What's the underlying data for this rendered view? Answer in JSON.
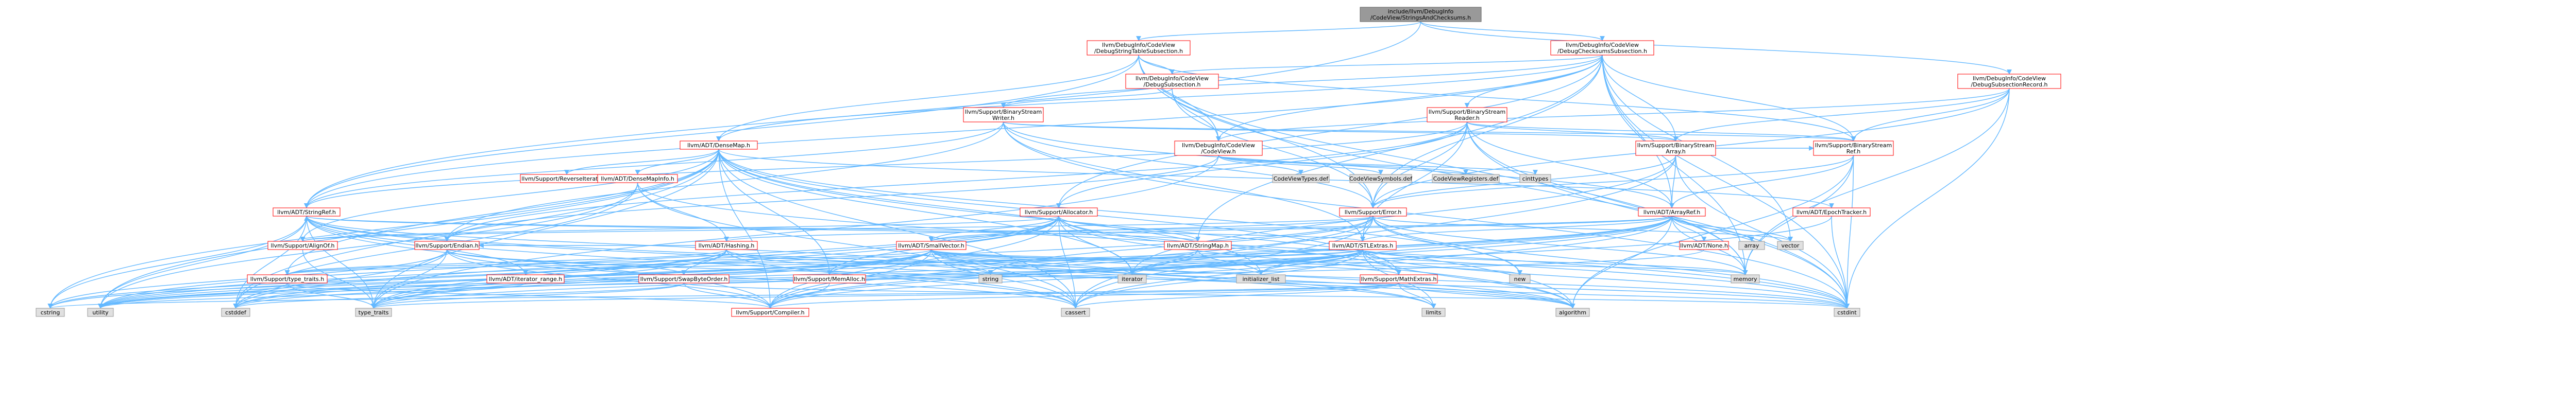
{
  "colors": {
    "edge": "#63b8ff",
    "root_fill": "#999999",
    "leaf_fill": "#e0e0e0",
    "node_border": "#ff0000",
    "leaf_border": "#999999"
  },
  "nodes": [
    {
      "id": "root",
      "kind": "root",
      "lines": [
        "include/llvm/DebugInfo",
        "/CodeView/StringsAndChecksums.h"
      ]
    },
    {
      "id": "dss",
      "kind": "normal",
      "lines": [
        "llvm/DebugInfo/CodeView",
        "/DebugStringTableSubsection.h"
      ]
    },
    {
      "id": "dcs",
      "kind": "normal",
      "lines": [
        "llvm/DebugInfo/CodeView",
        "/DebugChecksumsSubsection.h"
      ]
    },
    {
      "id": "dsub",
      "kind": "normal",
      "lines": [
        "llvm/DebugInfo/CodeView",
        "/DebugSubsection.h"
      ]
    },
    {
      "id": "dssr",
      "kind": "normal",
      "lines": [
        "llvm/DebugInfo/CodeView",
        "/DebugSubsectionRecord.h"
      ]
    },
    {
      "id": "bsw",
      "kind": "normal",
      "lines": [
        "llvm/Support/BinaryStream",
        "Writer.h"
      ]
    },
    {
      "id": "bsr",
      "kind": "normal",
      "lines": [
        "llvm/Support/BinaryStream",
        "Reader.h"
      ]
    },
    {
      "id": "cv",
      "kind": "normal",
      "lines": [
        "llvm/DebugInfo/CodeView",
        "/CodeView.h"
      ]
    },
    {
      "id": "dmap",
      "kind": "normal",
      "lines": [
        "llvm/ADT/DenseMap.h"
      ]
    },
    {
      "id": "bsa",
      "kind": "normal",
      "lines": [
        "llvm/Support/BinaryStream",
        "Array.h"
      ]
    },
    {
      "id": "bsref",
      "kind": "normal",
      "lines": [
        "llvm/Support/BinaryStream",
        "Ref.h"
      ]
    },
    {
      "id": "revit",
      "kind": "normal",
      "lines": [
        "llvm/Support/ReverseIteration.h"
      ]
    },
    {
      "id": "dmi",
      "kind": "normal",
      "lines": [
        "llvm/ADT/DenseMapInfo.h"
      ]
    },
    {
      "id": "cvtypes",
      "kind": "leaf",
      "lines": [
        "CodeViewTypes.def"
      ]
    },
    {
      "id": "cvsym",
      "kind": "leaf",
      "lines": [
        "CodeViewSymbols.def"
      ]
    },
    {
      "id": "cvreg",
      "kind": "leaf",
      "lines": [
        "CodeViewRegisters.def"
      ]
    },
    {
      "id": "cinttypes",
      "kind": "leaf",
      "lines": [
        "cinttypes"
      ]
    },
    {
      "id": "error",
      "kind": "normal",
      "lines": [
        "llvm/Support/Error.h"
      ]
    },
    {
      "id": "aref",
      "kind": "normal",
      "lines": [
        "llvm/ADT/ArrayRef.h"
      ]
    },
    {
      "id": "epoch",
      "kind": "normal",
      "lines": [
        "llvm/ADT/EpochTracker.h"
      ]
    },
    {
      "id": "sref",
      "kind": "normal",
      "lines": [
        "llvm/ADT/StringRef.h"
      ]
    },
    {
      "id": "alloc",
      "kind": "normal",
      "lines": [
        "llvm/Support/Allocator.h"
      ]
    },
    {
      "id": "smap",
      "kind": "normal",
      "lines": [
        "llvm/ADT/StringMap.h"
      ]
    },
    {
      "id": "stlext",
      "kind": "normal",
      "lines": [
        "llvm/ADT/STLExtras.h"
      ]
    },
    {
      "id": "svec",
      "kind": "normal",
      "lines": [
        "llvm/ADT/SmallVector.h"
      ]
    },
    {
      "id": "hashing",
      "kind": "normal",
      "lines": [
        "llvm/ADT/Hashing.h"
      ]
    },
    {
      "id": "alignof",
      "kind": "normal",
      "lines": [
        "llvm/Support/AlignOf.h"
      ]
    },
    {
      "id": "endian",
      "kind": "normal",
      "lines": [
        "llvm/Support/Endian.h"
      ]
    },
    {
      "id": "none",
      "kind": "normal",
      "lines": [
        "llvm/ADT/None.h"
      ]
    },
    {
      "id": "array",
      "kind": "leaf",
      "lines": [
        "array"
      ]
    },
    {
      "id": "vector",
      "kind": "leaf",
      "lines": [
        "vector"
      ]
    },
    {
      "id": "memory",
      "kind": "leaf",
      "lines": [
        "memory"
      ]
    },
    {
      "id": "typetraits",
      "kind": "normal",
      "lines": [
        "llvm/Support/type_traits.h"
      ]
    },
    {
      "id": "itrange",
      "kind": "normal",
      "lines": [
        "llvm/ADT/iterator_range.h"
      ]
    },
    {
      "id": "swapbyte",
      "kind": "normal",
      "lines": [
        "llvm/Support/SwapByteOrder.h"
      ]
    },
    {
      "id": "memalloc",
      "kind": "normal",
      "lines": [
        "llvm/Support/MemAlloc.h"
      ]
    },
    {
      "id": "mathext",
      "kind": "normal",
      "lines": [
        "llvm/Support/MathExtras.h"
      ]
    },
    {
      "id": "string",
      "kind": "leaf",
      "lines": [
        "string"
      ]
    },
    {
      "id": "iterator",
      "kind": "leaf",
      "lines": [
        "iterator"
      ]
    },
    {
      "id": "initlist",
      "kind": "leaf",
      "lines": [
        "initializer_list"
      ]
    },
    {
      "id": "new",
      "kind": "leaf",
      "lines": [
        "new"
      ]
    },
    {
      "id": "cstring",
      "kind": "leaf",
      "lines": [
        "cstring"
      ]
    },
    {
      "id": "utility",
      "kind": "leaf",
      "lines": [
        "utility"
      ]
    },
    {
      "id": "cstddef",
      "kind": "leaf",
      "lines": [
        "cstddef"
      ]
    },
    {
      "id": "tt",
      "kind": "leaf",
      "lines": [
        "type_traits"
      ]
    },
    {
      "id": "compiler",
      "kind": "normal",
      "lines": [
        "llvm/Support/Compiler.h"
      ]
    },
    {
      "id": "cassert",
      "kind": "leaf",
      "lines": [
        "cassert"
      ]
    },
    {
      "id": "limits",
      "kind": "leaf",
      "lines": [
        "limits"
      ]
    },
    {
      "id": "algorithm",
      "kind": "leaf",
      "lines": [
        "algorithm"
      ]
    },
    {
      "id": "cstdint",
      "kind": "leaf",
      "lines": [
        "cstdint"
      ]
    }
  ]
}
